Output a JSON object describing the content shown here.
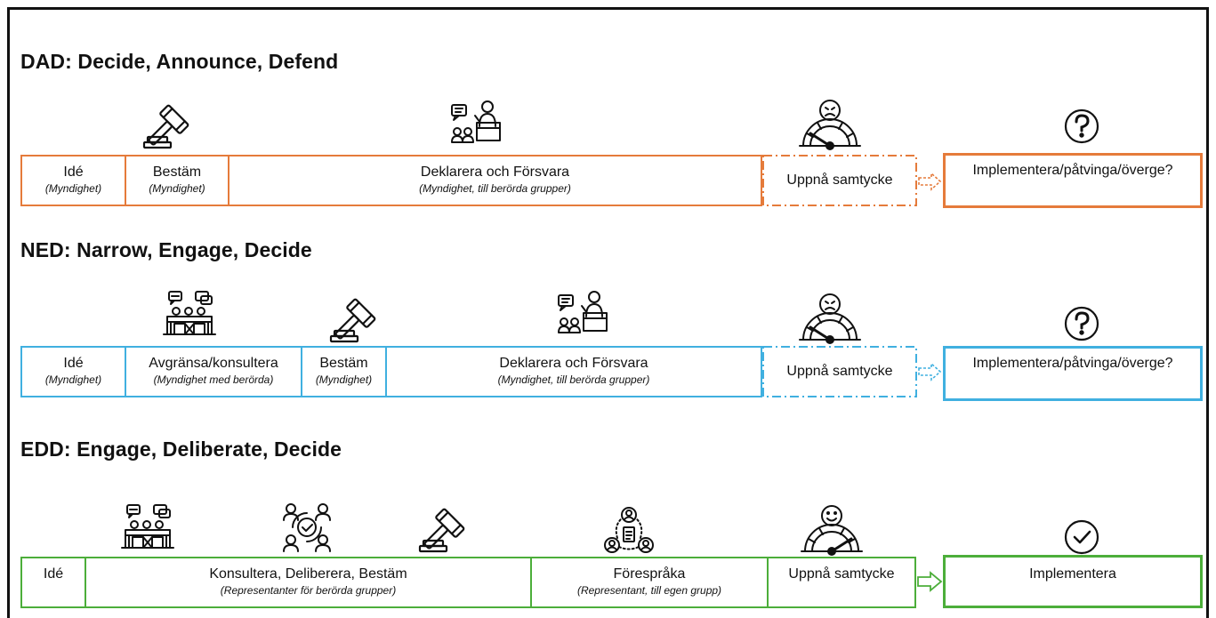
{
  "colors": {
    "dad": "#e57b3b",
    "ned": "#40b0e0",
    "edd": "#4cae3a",
    "icon": "#111111"
  },
  "dad": {
    "title": "DAD: Decide, Announce, Defend",
    "steps": [
      {
        "label": "Idé",
        "sub": "(Myndighet)"
      },
      {
        "label": "Bestäm",
        "sub": "(Myndighet)"
      },
      {
        "label": "Deklarera och Försvara",
        "sub": "(Myndighet, till berörda grupper)"
      }
    ],
    "consent": "Uppnå samtycke",
    "outcome": "Implementera/påtvinga/överge?"
  },
  "ned": {
    "title": "NED: Narrow, Engage, Decide",
    "steps": [
      {
        "label": "Idé",
        "sub": "(Myndighet)"
      },
      {
        "label": "Avgränsa/konsultera",
        "sub": "(Myndighet med berörda)"
      },
      {
        "label": "Bestäm",
        "sub": "(Myndighet)"
      },
      {
        "label": "Deklarera och Försvara",
        "sub": "(Myndighet, till berörda grupper)"
      }
    ],
    "consent": "Uppnå samtycke",
    "outcome": "Implementera/påtvinga/överge?"
  },
  "edd": {
    "title": "EDD: Engage, Deliberate, Decide",
    "steps": [
      {
        "label": "Idé",
        "sub": ""
      },
      {
        "label": "Konsultera, Deliberera, Bestäm",
        "sub": "(Representanter för berörda grupper)"
      },
      {
        "label": "Förespråka",
        "sub": "(Representant, till egen grupp)"
      },
      {
        "label": "Uppnå samtycke",
        "sub": ""
      }
    ],
    "outcome": "Implementera"
  },
  "icons": {
    "gavel": "gavel-icon",
    "speaker": "speaker-podium-icon",
    "meter_sad": "satisfaction-meter-sad-icon",
    "meter_happy": "satisfaction-meter-happy-icon",
    "question": "question-circle-icon",
    "check": "check-circle-icon",
    "meeting": "meeting-table-icon",
    "collab": "collaboration-cycle-icon",
    "network": "advocacy-network-icon"
  }
}
